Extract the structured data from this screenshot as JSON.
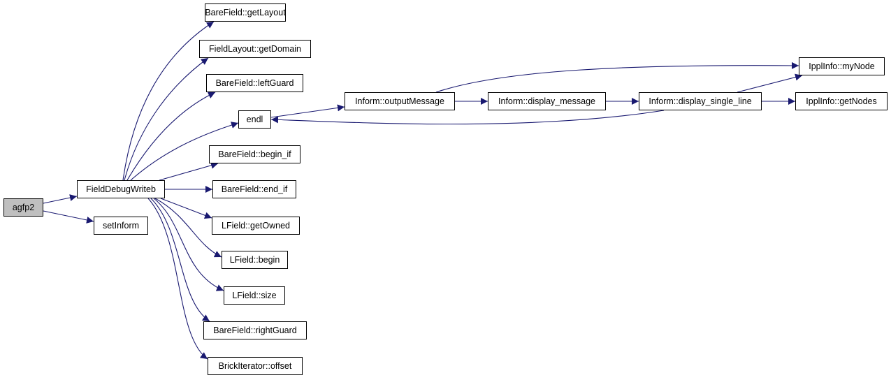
{
  "graph": {
    "edge_color": "#191970",
    "root_fill": "#bfbfbf",
    "nodes": {
      "agfp2": "agfp2",
      "fielddebugwriteb": "FieldDebugWriteb",
      "setinform": "setInform",
      "barefield_getlayout": "BareField::getLayout",
      "fieldlayout_getdomain": "FieldLayout::getDomain",
      "barefield_leftguard": "BareField::leftGuard",
      "endl": "endl",
      "barefield_begin_if": "BareField::begin_if",
      "barefield_end_if": "BareField::end_if",
      "lfield_getowned": "LField::getOwned",
      "lfield_begin": "LField::begin",
      "lfield_size": "LField::size",
      "barefield_rightguard": "BareField::rightGuard",
      "brickiterator_offset": "BrickIterator::offset",
      "inform_outputmessage": "Inform::outputMessage",
      "inform_display_message": "Inform::display_message",
      "inform_display_single_line": "Inform::display_single_line",
      "ipplinfo_mynode": "IpplInfo::myNode",
      "ipplinfo_getnodes": "IpplInfo::getNodes"
    },
    "edges": [
      [
        "agfp2",
        "fielddebugwriteb"
      ],
      [
        "agfp2",
        "setinform"
      ],
      [
        "fielddebugwriteb",
        "barefield_getlayout"
      ],
      [
        "fielddebugwriteb",
        "fieldlayout_getdomain"
      ],
      [
        "fielddebugwriteb",
        "barefield_leftguard"
      ],
      [
        "fielddebugwriteb",
        "endl"
      ],
      [
        "fielddebugwriteb",
        "barefield_begin_if"
      ],
      [
        "fielddebugwriteb",
        "barefield_end_if"
      ],
      [
        "fielddebugwriteb",
        "lfield_getowned"
      ],
      [
        "fielddebugwriteb",
        "lfield_begin"
      ],
      [
        "fielddebugwriteb",
        "lfield_size"
      ],
      [
        "fielddebugwriteb",
        "barefield_rightguard"
      ],
      [
        "fielddebugwriteb",
        "brickiterator_offset"
      ],
      [
        "endl",
        "inform_outputmessage"
      ],
      [
        "inform_outputmessage",
        "inform_display_message"
      ],
      [
        "inform_outputmessage",
        "ipplinfo_mynode"
      ],
      [
        "inform_display_message",
        "inform_display_single_line"
      ],
      [
        "inform_display_single_line",
        "endl"
      ],
      [
        "inform_display_single_line",
        "ipplinfo_getnodes"
      ],
      [
        "inform_display_single_line",
        "ipplinfo_mynode"
      ]
    ]
  }
}
